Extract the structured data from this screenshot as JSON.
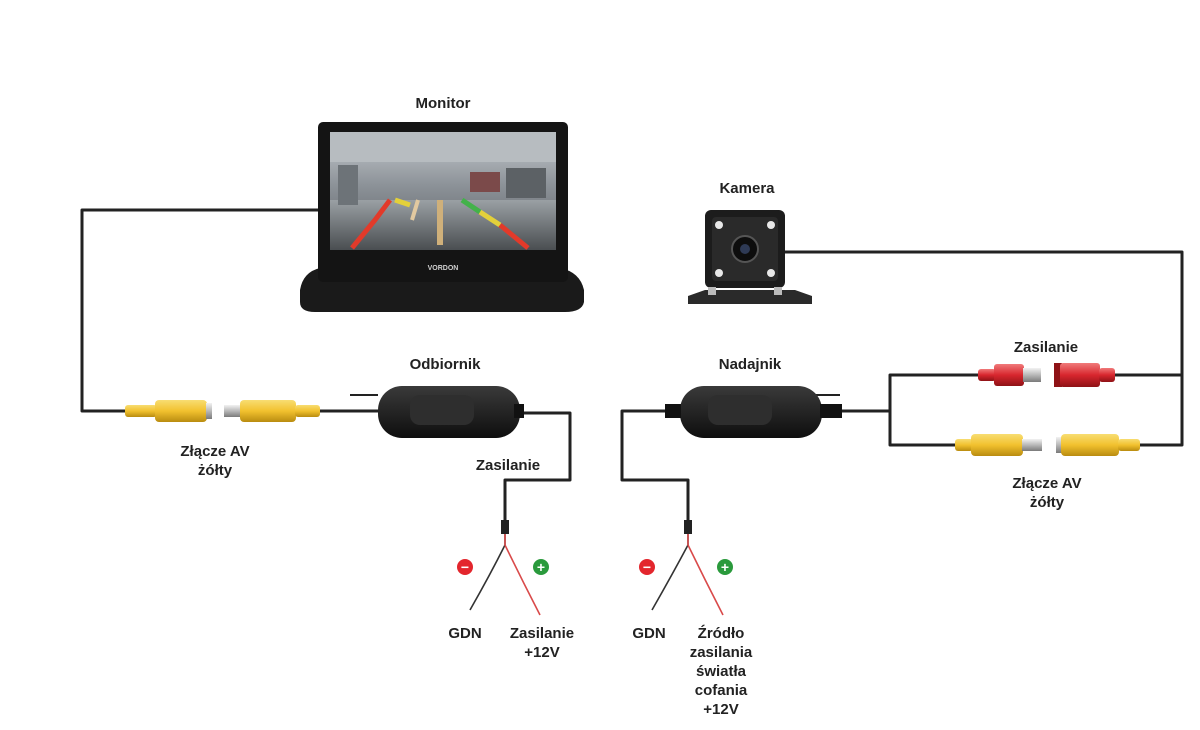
{
  "labels": {
    "monitor": "Monitor",
    "monitor_brand": "VORDON",
    "camera": "Kamera",
    "receiver": "Odbiornik",
    "transmitter": "Nadajnik",
    "power_top_right": "Zasilanie",
    "power_receiver": "Zasilanie",
    "av_left": [
      "Złącze AV",
      "żółty"
    ],
    "av_right": [
      "Złącze AV",
      "żółty"
    ],
    "gdn_left": "GDN",
    "supply_left": [
      "Zasilanie",
      "+12V"
    ],
    "gdn_right": "GDN",
    "supply_right": [
      "Źródło",
      "zasilania",
      "światła",
      "cofania",
      "+12V"
    ],
    "minus_symbol": "−",
    "plus_symbol": "+"
  },
  "colors": {
    "wire": "#222222",
    "connector_yellow": "#f2c12e",
    "connector_red": "#d8262e",
    "minus_badge": "#e3262d",
    "plus_badge": "#2a9a3c",
    "box": "#1b1b1b",
    "wire_red": "#d94a4a"
  }
}
